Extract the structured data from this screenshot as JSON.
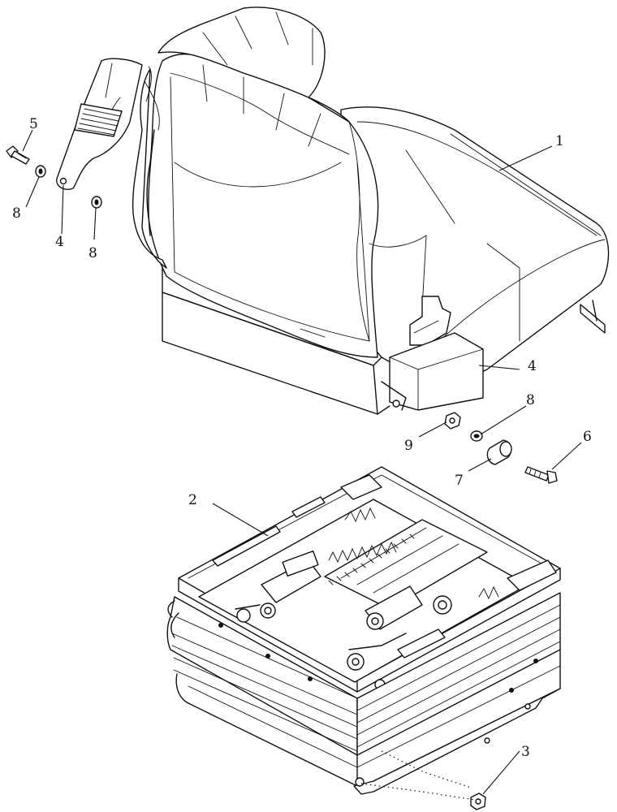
{
  "callouts": {
    "c1": "1",
    "c2": "2",
    "c3": "3",
    "c4a": "4",
    "c4b": "4",
    "c5": "5",
    "c6": "6",
    "c7": "7",
    "c8a": "8",
    "c8b": "8",
    "c8c": "8",
    "c9": "9"
  }
}
